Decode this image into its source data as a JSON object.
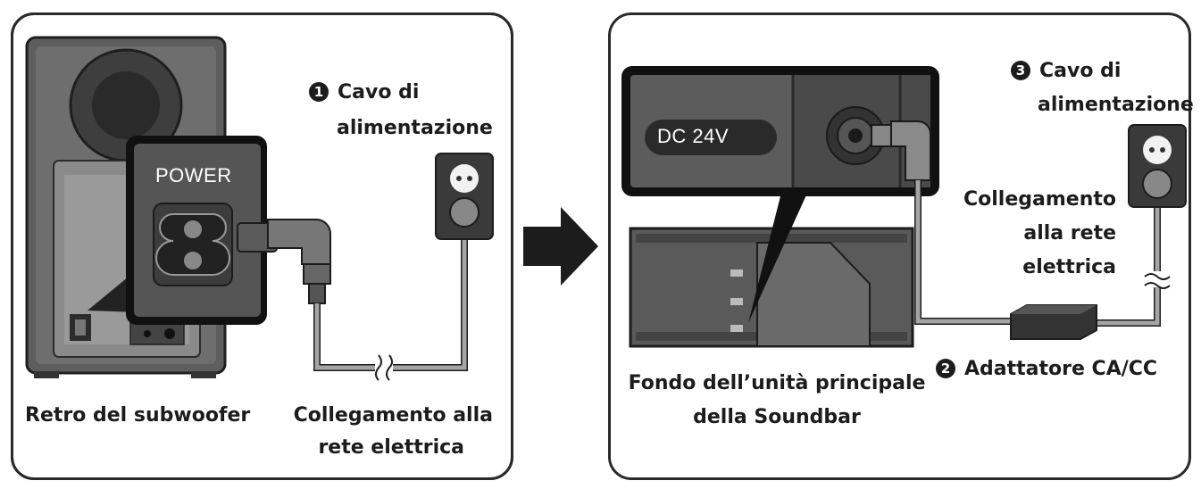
{
  "left_panel": {
    "power_port_label": "POWER",
    "callout_1": {
      "number": "1",
      "line1": "Cavo di",
      "line2": "alimentazione"
    },
    "caption_subwoofer": "Retro del subwoofer",
    "caption_outlet": {
      "line1": "Collegamento alla",
      "line2": "rete elettrica"
    }
  },
  "right_panel": {
    "dc_label": "DC 24V",
    "callout_3": {
      "number": "3",
      "line1": "Cavo di",
      "line2": "alimentazione"
    },
    "caption_outlet": {
      "line1": "Collegamento",
      "line2": "alla rete",
      "line3": "elettrica"
    },
    "callout_2": {
      "number": "2",
      "text": "Adattatore CA/CC"
    },
    "caption_soundbar": {
      "line1": "Fondo dell’unità principale",
      "line2": "della Soundbar"
    }
  }
}
